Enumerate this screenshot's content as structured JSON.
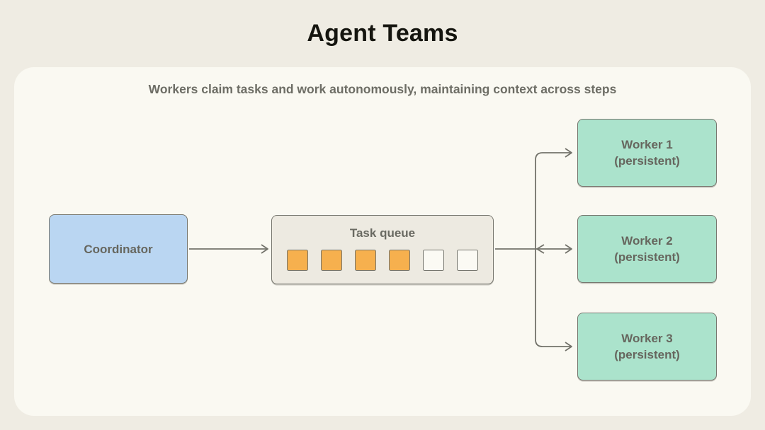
{
  "title": "Agent Teams",
  "subtitle": "Workers claim tasks and work autonomously, maintaining context across steps",
  "coordinator": {
    "label": "Coordinator"
  },
  "task_queue": {
    "label": "Task queue",
    "slots": [
      "filled",
      "filled",
      "filled",
      "filled",
      "empty",
      "empty"
    ],
    "filled_count": 4,
    "total_count": 6
  },
  "workers": [
    {
      "name": "Worker 1",
      "status": "(persistent)"
    },
    {
      "name": "Worker 2",
      "status": "(persistent)"
    },
    {
      "name": "Worker 3",
      "status": "(persistent)"
    }
  ],
  "colors": {
    "page_bg": "#efece3",
    "card_bg": "#faf9f2",
    "coordinator_fill": "#bad6f2",
    "worker_fill": "#abe3cc",
    "queue_fill": "#edeae1",
    "task_filled": "#f6b04e",
    "task_empty": "#fbfaf4",
    "stroke": "#73736b",
    "box_text": "#66665e",
    "title_text": "#15150f"
  }
}
